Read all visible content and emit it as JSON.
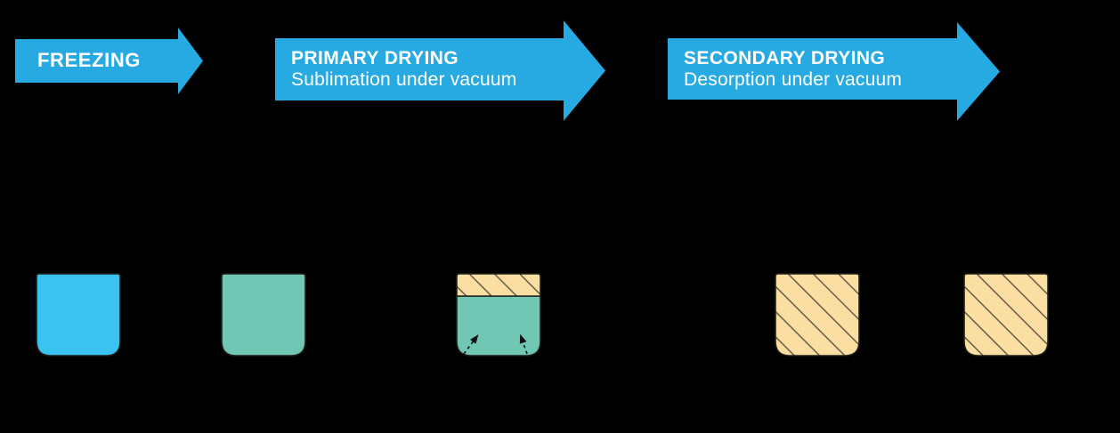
{
  "stages": [
    {
      "label": "FREEZING",
      "subtitle": ""
    },
    {
      "label": "PRIMARY DRYING",
      "subtitle": "Sublimation under vacuum"
    },
    {
      "label": "SECONDARY DRYING",
      "subtitle": "Desorption under vacuum"
    }
  ],
  "vials": [
    {
      "fill": "liquid_blue",
      "hatched_area": "none"
    },
    {
      "fill": "frozen_teal",
      "hatched_area": "none"
    },
    {
      "fill": "frozen_teal",
      "hatched_area": "top-band",
      "vapor_arrows": 2
    },
    {
      "fill": "dried_yellow",
      "hatched_area": "full"
    },
    {
      "fill": "dried_yellow",
      "hatched_area": "full"
    }
  ],
  "colors": {
    "background": "#000000",
    "stage_arrow": "#27A9E1",
    "stage_text": "#FFFFFF",
    "liquid_blue": "#3AC3F0",
    "frozen_teal": "#70C8B4",
    "dried_yellow": "#FBDFA2",
    "hatch_line": "#4E4A3C",
    "vial_outline": "#21201B",
    "vapor_arrow": "#111111"
  }
}
